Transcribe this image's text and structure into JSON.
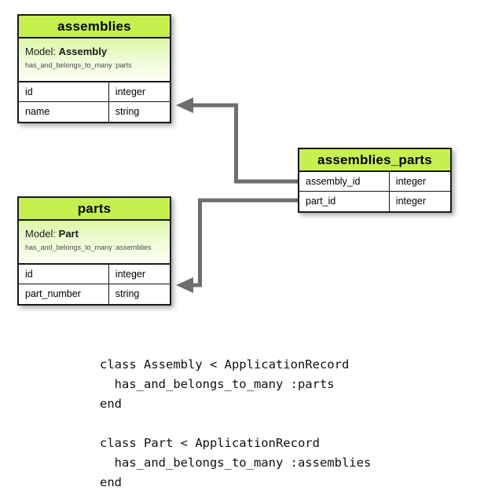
{
  "diagram": {
    "title": "assemblies / parts HABTM association diagram",
    "colors": {
      "header_fill": "#c6f04e",
      "body_gradient_top": "#ddf7a5",
      "body_gradient_bottom": "#fdfff5",
      "border": "#1a1a1a",
      "connector": "#6e6e6e",
      "code_text": "#111111"
    },
    "entities": [
      {
        "id": "assemblies",
        "name": "assemblies",
        "model_label": "Model:",
        "model_name": "Assembly",
        "association": "has_and_belongs_to_many :parts",
        "columns": [
          {
            "name": "id",
            "type": "integer"
          },
          {
            "name": "name",
            "type": "string"
          }
        ]
      },
      {
        "id": "parts",
        "name": "parts",
        "model_label": "Model:",
        "model_name": "Part",
        "association": "has_and_belongs_to_many :assemblies",
        "columns": [
          {
            "name": "id",
            "type": "integer"
          },
          {
            "name": "part_number",
            "type": "string"
          }
        ]
      },
      {
        "id": "assemblies_parts",
        "name": "assemblies_parts",
        "columns": [
          {
            "name": "assembly_id",
            "type": "integer"
          },
          {
            "name": "part_id",
            "type": "integer"
          }
        ]
      }
    ],
    "connectors": [
      {
        "id": "assembly-id-fk",
        "from": "assemblies_parts.assembly_id",
        "to": "assemblies.id",
        "arrow": "arrowhead-left"
      },
      {
        "id": "part-id-fk",
        "from": "assemblies_parts.part_id",
        "to": "parts.id",
        "arrow": "arrowhead-left"
      }
    ]
  },
  "code": {
    "text": "class Assembly < ApplicationRecord\n  has_and_belongs_to_many :parts\nend\n\nclass Part < ApplicationRecord\n  has_and_belongs_to_many :assemblies\nend"
  }
}
